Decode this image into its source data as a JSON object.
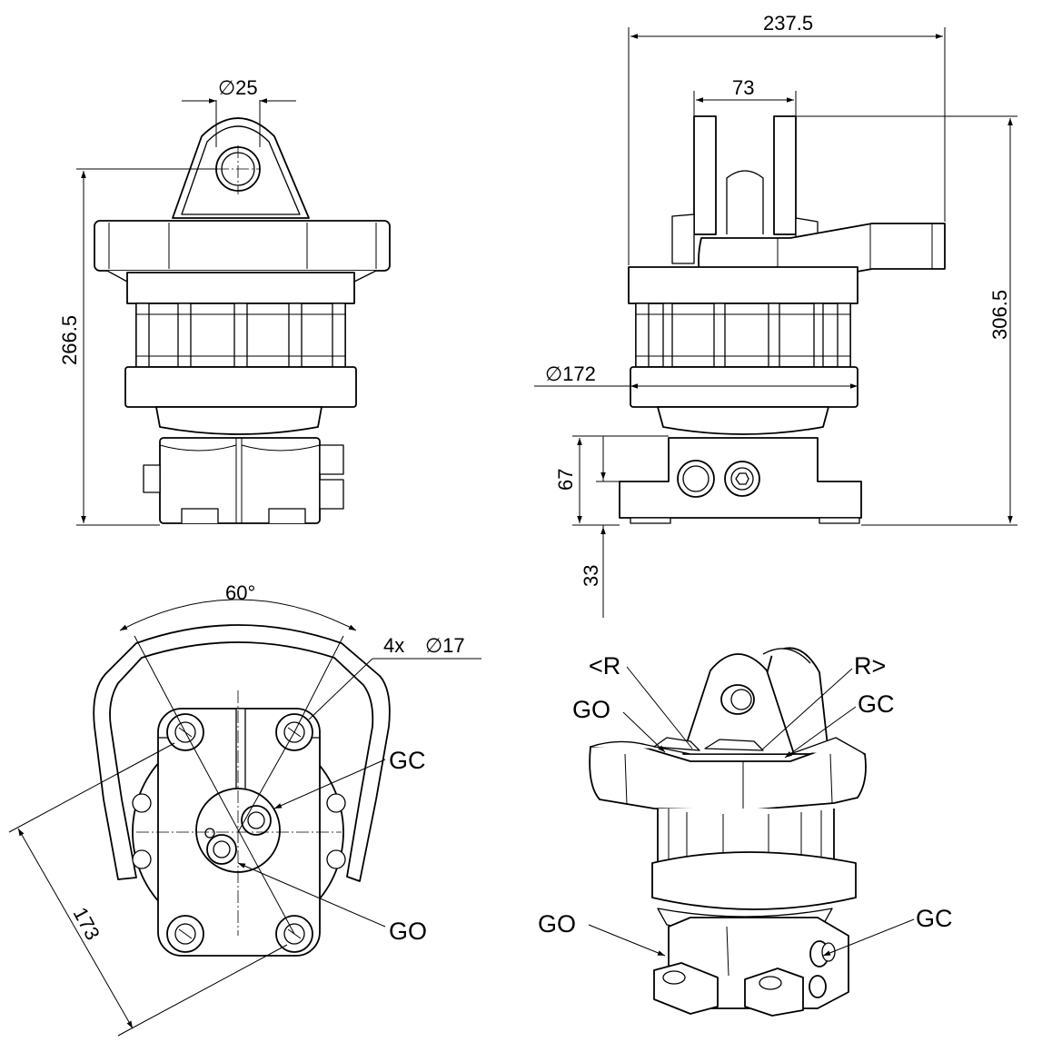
{
  "dimensions": {
    "pin_diameter": "∅25",
    "height_left": "266.5",
    "overall_width": "237.5",
    "clevis_width": "73",
    "height_right": "306.5",
    "housing_diameter": "∅172",
    "base_height": "67",
    "base_offset": "33",
    "bolt_angle": "60°",
    "bolt_count": "4x",
    "bolt_hole_diameter": "∅17",
    "bolt_spacing": "173"
  },
  "labels": {
    "gc_bottom_view": "GC",
    "go_bottom_view": "GO",
    "rotate_left": "<R",
    "rotate_right": "R>",
    "go_iso_upper": "GO",
    "gc_iso_upper": "GC",
    "go_iso_lower": "GO",
    "gc_iso_lower": "GC"
  }
}
